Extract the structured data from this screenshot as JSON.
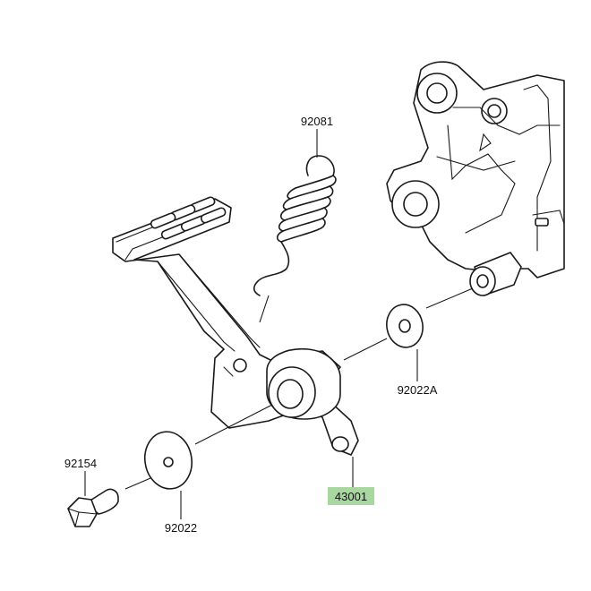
{
  "parts": {
    "spring": {
      "number": "92081"
    },
    "washer_a": {
      "number": "92022A"
    },
    "bolt": {
      "number": "92154"
    },
    "washer": {
      "number": "92022"
    },
    "brake_pedal": {
      "number": "43001"
    }
  },
  "colors": {
    "ink": "#1a1a1a",
    "highlight": "#a8d8a0"
  }
}
